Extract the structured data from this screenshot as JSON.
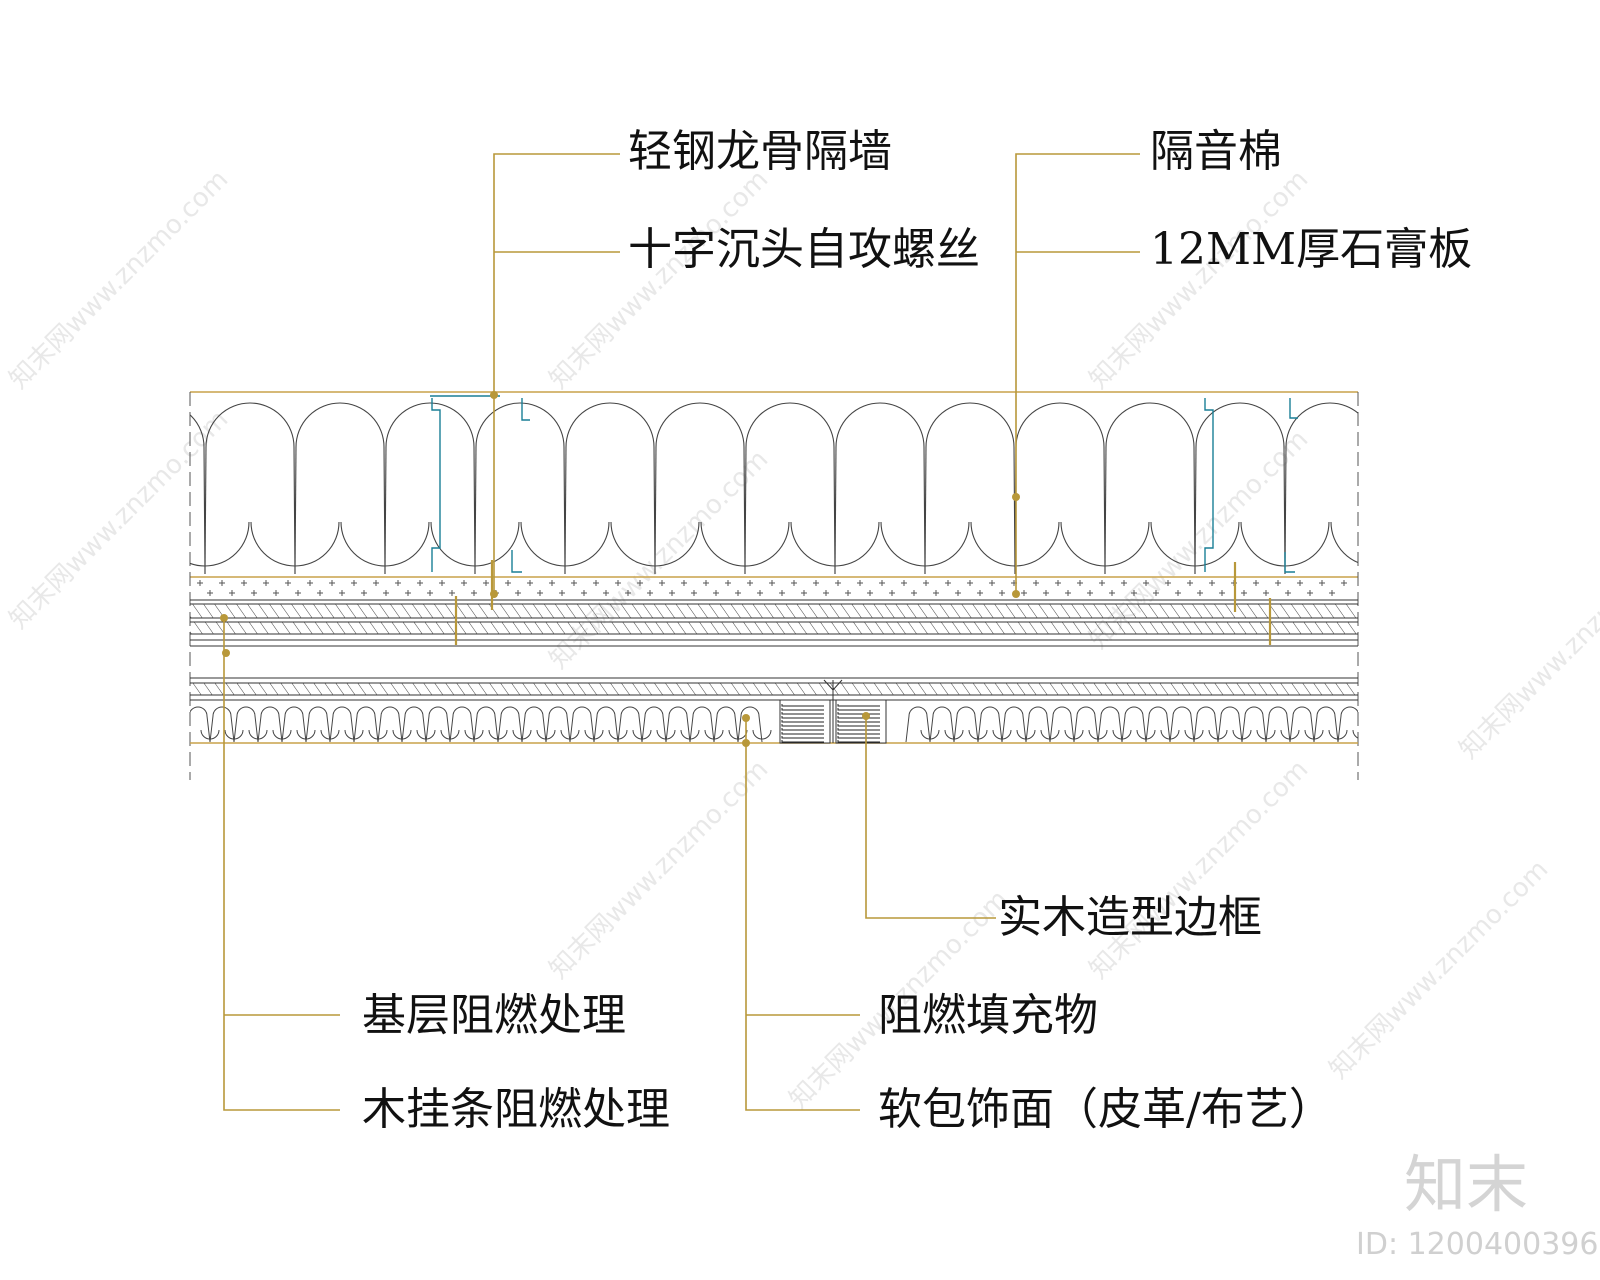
{
  "labels": {
    "keel_partition": "轻钢龙骨隔墙",
    "sound_insulation": "隔音棉",
    "screw": "十字沉头自攻螺丝",
    "gypsum_board": "12MM厚石膏板",
    "wood_frame": "实木造型边框",
    "base_fireproof": "基层阻燃处理",
    "filler_fireproof": "阻燃填充物",
    "batten_fireproof": "木挂条阻燃处理",
    "soft_finish": "软包饰面（皮革/布艺）"
  },
  "watermark": {
    "text": "知末网www.znzmo.com",
    "brand": "知末",
    "image_id": "ID: 1200400396"
  },
  "colors": {
    "leader": "#b8983a",
    "line": "#333333",
    "watermark": "#e8e8e8",
    "stud": "#1a7f96"
  }
}
